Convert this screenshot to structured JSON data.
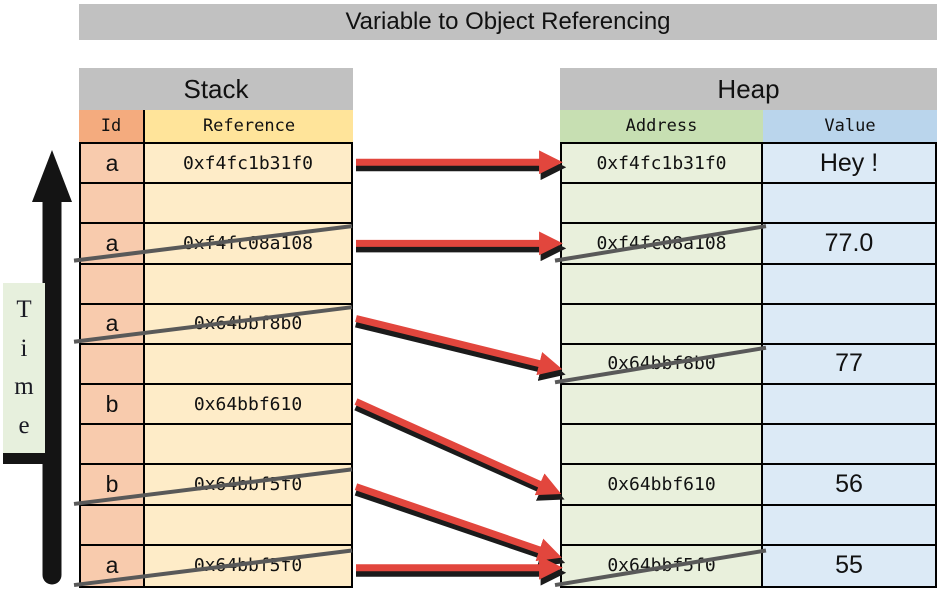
{
  "title": "Variable to Object Referencing",
  "time_axis": {
    "label": "Time"
  },
  "stack": {
    "title": "Stack",
    "columns": [
      "Id",
      "Reference"
    ],
    "rows": [
      {
        "id": "a",
        "ref": "0xf4fc1b31f0",
        "struck": false
      },
      {
        "id": "",
        "ref": "",
        "struck": false
      },
      {
        "id": "a",
        "ref": "0xf4fc08a108",
        "struck": true
      },
      {
        "id": "",
        "ref": "",
        "struck": false
      },
      {
        "id": "a",
        "ref": "0x64bbf8b0",
        "struck": true
      },
      {
        "id": "",
        "ref": "",
        "struck": false
      },
      {
        "id": "b",
        "ref": "0x64bbf610",
        "struck": false
      },
      {
        "id": "",
        "ref": "",
        "struck": false
      },
      {
        "id": "b",
        "ref": "0x64bbf5f0",
        "struck": true
      },
      {
        "id": "",
        "ref": "",
        "struck": false
      },
      {
        "id": "a",
        "ref": "0x64bbf5f0",
        "struck": true
      }
    ]
  },
  "heap": {
    "title": "Heap",
    "columns": [
      "Address",
      "Value"
    ],
    "rows": [
      {
        "address": "0xf4fc1b31f0",
        "value": "Hey !",
        "struck": false
      },
      {
        "address": "",
        "value": "",
        "struck": false
      },
      {
        "address": "0xf4fc08a108",
        "value": "77.0",
        "struck": true
      },
      {
        "address": "",
        "value": "",
        "struck": false
      },
      {
        "address": "",
        "value": "",
        "struck": false
      },
      {
        "address": "0x64bbf8b0",
        "value": "77",
        "struck": true
      },
      {
        "address": "",
        "value": "",
        "struck": false
      },
      {
        "address": "",
        "value": "",
        "struck": false
      },
      {
        "address": "0x64bbf610",
        "value": "56",
        "struck": false
      },
      {
        "address": "",
        "value": "",
        "struck": false
      },
      {
        "address": "0x64bbf5f0",
        "value": "55",
        "struck": true
      }
    ]
  },
  "references": [
    {
      "stack_row": 1,
      "heap_row": 1
    },
    {
      "stack_row": 3,
      "heap_row": 3
    },
    {
      "stack_row": 5,
      "heap_row": 6
    },
    {
      "stack_row": 7,
      "heap_row": 9
    },
    {
      "stack_row": 9,
      "heap_row": 11
    },
    {
      "stack_row": 11,
      "heap_row": 11
    }
  ],
  "colors": {
    "header_gray": "#c1c1c1",
    "id_header": "#f4ab7e",
    "id_cell": "#f8cbad",
    "reference_header": "#ffe49a",
    "reference_cell": "#feecc8",
    "address_header": "#c7dfb2",
    "address_cell": "#e9f0dc",
    "value_header": "#bad5ec",
    "value_cell": "#dceaf6",
    "arrow_red": "#e2463d",
    "arrow_shadow": "#1b1b1b",
    "strike_gray": "#595959",
    "time_label_bg": "#e7f0dd"
  }
}
